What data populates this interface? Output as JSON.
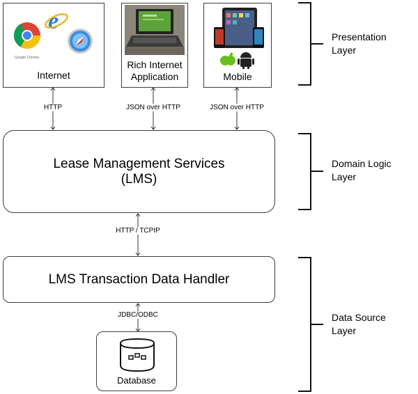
{
  "presentation": {
    "internet": {
      "label": "Internet",
      "browser_caption": "Google Chrome"
    },
    "ria": {
      "label_line1": "Rich Internet",
      "label_line2": "Application"
    },
    "mobile": {
      "label": "Mobile"
    }
  },
  "connectors": {
    "internet_protocol": "HTTP",
    "ria_protocol": "JSON over HTTP",
    "mobile_protocol": "JSON over HTTP",
    "lms_to_handler": "HTTP / TCPIP",
    "handler_to_db": "JDBC/ODBC"
  },
  "domain": {
    "lms_line1": "Lease Management Services",
    "lms_line2": "(LMS)"
  },
  "data_source": {
    "handler": "LMS Transaction Data Handler",
    "database": "Database"
  },
  "layers": {
    "presentation": {
      "line1": "Presentation",
      "line2": "Layer"
    },
    "domain": {
      "line1": "Domain Logic",
      "line2": "Layer"
    },
    "data_source": {
      "line1": "Data Source",
      "line2": "Layer"
    }
  }
}
